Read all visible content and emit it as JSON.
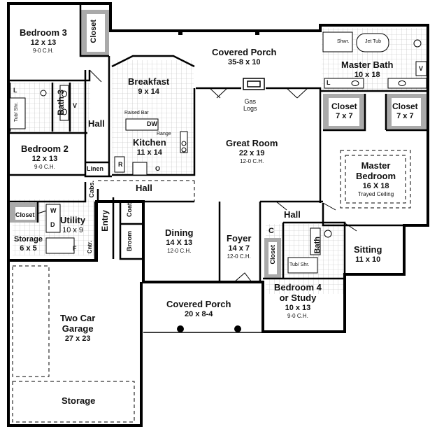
{
  "rooms": {
    "bedroom3": {
      "name": "Bedroom 3",
      "dims": "12 x 13",
      "ceiling": "9-0 C.H."
    },
    "bedroom2": {
      "name": "Bedroom 2",
      "dims": "12 x 13",
      "ceiling": "9-0 C.H."
    },
    "breakfast": {
      "name": "Breakfast",
      "dims": "9 x 14"
    },
    "kitchen": {
      "name": "Kitchen",
      "dims": "11 x 14"
    },
    "covered_porch_rear": {
      "name": "Covered Porch",
      "dims": "35-8 x 10"
    },
    "great_room": {
      "name": "Great Room",
      "dims": "22 x 19",
      "ceiling": "12-0 C.H."
    },
    "master_bath": {
      "name": "Master Bath",
      "dims": "10 x 18"
    },
    "master_closet_left": {
      "name": "Closet",
      "dims": "7 x 7"
    },
    "master_closet_right": {
      "name": "Closet",
      "dims": "7 x 7"
    },
    "master_bedroom": {
      "name_line1": "Master",
      "name_line2": "Bedroom",
      "dims": "16  X 18",
      "ceiling": "Trayed Ceiling"
    },
    "utility": {
      "name": "Utility",
      "dims": "10 x 9"
    },
    "storage_small": {
      "name": "Storage",
      "dims": "6 x 5"
    },
    "dining": {
      "name": "Dining",
      "dims": "14 X 13",
      "ceiling": "12-0 C.H."
    },
    "foyer": {
      "name": "Foyer",
      "dims": "14 x 7",
      "ceiling": "12-0 C.H."
    },
    "sitting": {
      "name": "Sitting",
      "dims": "11 x 10"
    },
    "bedroom4": {
      "name_line1": "Bedroom 4",
      "name_line2": "or Study",
      "dims": "10 x 13",
      "ceiling": "9-0 C.H."
    },
    "covered_porch_front": {
      "name": "Covered Porch",
      "dims": "20 x 8-4"
    },
    "garage": {
      "name_line1": "Two Car",
      "name_line2": "Garage",
      "dims": "27 x 23"
    },
    "garage_storage": {
      "name": "Storage"
    }
  },
  "labels": {
    "hall_left": "Hall",
    "hall_center": "Hall",
    "hall_right": "Hall",
    "bath3": "Bath 3",
    "bath_b4": "Bath",
    "entry": "Entry",
    "closet_b3": "Closet",
    "closet_b2": "Closet",
    "closet_b4": "Closet",
    "linen": "Linen",
    "cabs": "Cabs.",
    "coat": "Coat",
    "broom": "Broom",
    "cntr": "Cntr.",
    "raised_bar": "Raised Bar",
    "range": "Range",
    "dw": "DW",
    "o": "O",
    "r": "R",
    "gas_logs_1": "Gas",
    "gas_logs_2": "Logs",
    "jet_tub": "Jet Tub",
    "shwr": "Shwr.",
    "tub_shr_left": "Tub/ Shr.",
    "tub_shr_b4": "Tub/ Shr.",
    "l_bath3": "L",
    "l_mbath": "L",
    "v_bath3": "V",
    "v_mbath": "V",
    "w": "W",
    "d": "D",
    "f": "F",
    "c": "C"
  }
}
